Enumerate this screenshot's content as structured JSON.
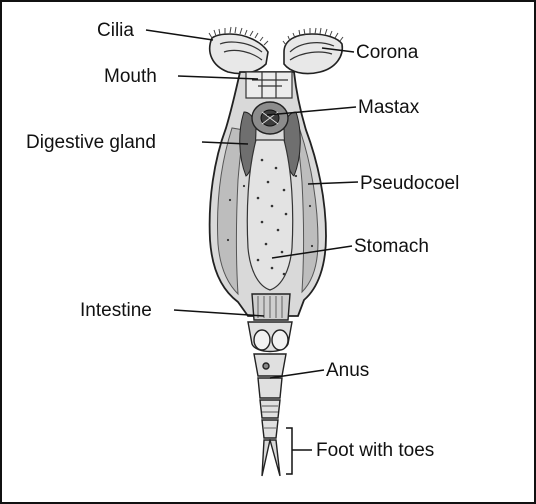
{
  "labels": {
    "cilia": "Cilia",
    "corona": "Corona",
    "mouth": "Mouth",
    "mastax": "Mastax",
    "digestive_gland": "Digestive gland",
    "pseudocoel": "Pseudocoel",
    "stomach": "Stomach",
    "intestine": "Intestine",
    "anus": "Anus",
    "foot_with_toes": "Foot with toes"
  },
  "colors": {
    "ink": "#111111",
    "body_fill": "#d9d9d9",
    "dark_tissue": "#6f6f6f",
    "background": "#ffffff"
  }
}
